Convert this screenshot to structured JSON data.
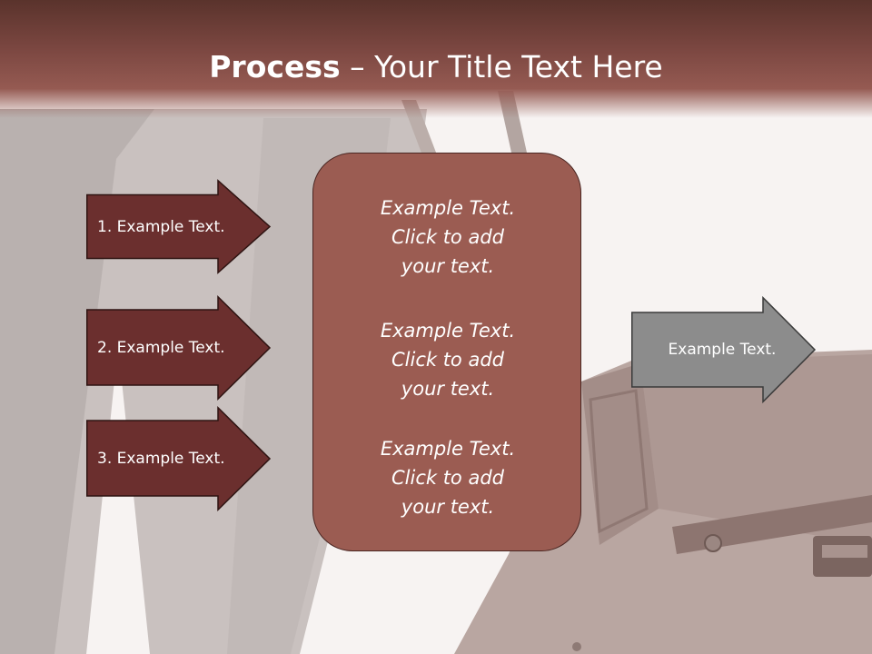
{
  "slide": {
    "title_bold": "Process",
    "title_rest": " – Your Title Text Here"
  },
  "left_steps": [
    {
      "label": "1. Example Text."
    },
    {
      "label": "2. Example Text."
    },
    {
      "label": "3. Example Text."
    }
  ],
  "center_box": {
    "blocks": [
      "Example Text.\nClick  to add\nyour text.",
      "Example Text.\nClick  to add\nyour text.",
      "Example Text.\nClick  to add\nyour text."
    ]
  },
  "result_arrow": {
    "label": "Example Text."
  },
  "colors": {
    "header": "#7a4640",
    "step_arrow": "#6b2f2e",
    "center_box": "#9b5c52",
    "result_arrow": "#8c8c8c"
  }
}
